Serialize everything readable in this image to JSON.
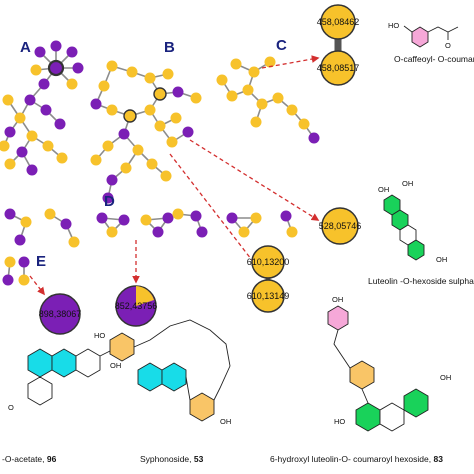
{
  "panels": {
    "a": "A",
    "b": "B",
    "c": "C",
    "d": "D",
    "e": "E"
  },
  "node_labels": {
    "c_top": "458,08462",
    "c_bottom": "458,08517",
    "right_node": "528,05746",
    "pair_top": "610,13200",
    "pair_bottom": "610,13149",
    "e_node": "898,38067",
    "d_node": "852,43756"
  },
  "captions": {
    "c_compound": "O-caffeoyl- O-coumar",
    "luteolin": "Luteolin -O-hexoside sulphat",
    "acetate": "-O-acetate, ",
    "acetate_num": "96",
    "syphonoside": "Syphonoside, ",
    "syphonoside_num": "53",
    "hydroxyl": "6-hydroxyl luteolin-O- coumaroyl hexoside, ",
    "hydroxyl_num": "83"
  },
  "chem_atoms": {
    "oh": "OH",
    "ho": "HO",
    "o": "O",
    "oh_short": "OH"
  },
  "colors": {
    "node_yellow": "#f7c22b",
    "node_purple": "#7b1fb5",
    "edge_grey": "#8c8c8c",
    "arrow_red": "#d32f2f",
    "panel_label": "#1a237e",
    "ring_cyan": "#18dce8",
    "ring_orange": "#f9c567",
    "ring_green": "#19d25a",
    "ring_pink": "#f6a8d8"
  }
}
